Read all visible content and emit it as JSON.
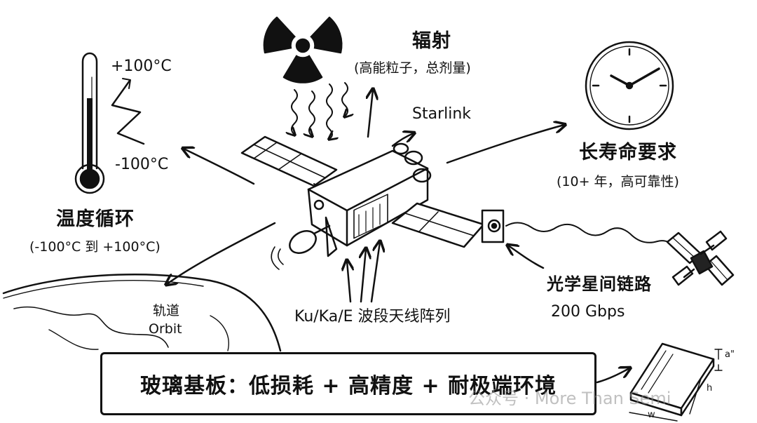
{
  "temperature": {
    "high": "+100°C",
    "low": "-100°C",
    "title": "温度循环",
    "range": "(-100°C 到 +100°C)"
  },
  "radiation": {
    "title": "辐射",
    "detail": "(高能粒子，总剂量)"
  },
  "satellite": {
    "name": "Starlink"
  },
  "lifetime": {
    "title": "长寿命要求",
    "detail": "(10+ 年，高可靠性)"
  },
  "optical_link": {
    "title": "光学星间链路",
    "speed": "200 Gbps"
  },
  "antenna": {
    "label": "Ku/Ka/E 波段天线阵列"
  },
  "orbit": {
    "label_cn": "轨道",
    "label_en": "Orbit"
  },
  "banner": {
    "text": "玻璃基板：低损耗 + 高精度 + 耐极端环境"
  },
  "substrate_dims": {
    "a": "a\"",
    "h": "h",
    "w": "w"
  },
  "watermark": "公众号 · More Than Semi"
}
